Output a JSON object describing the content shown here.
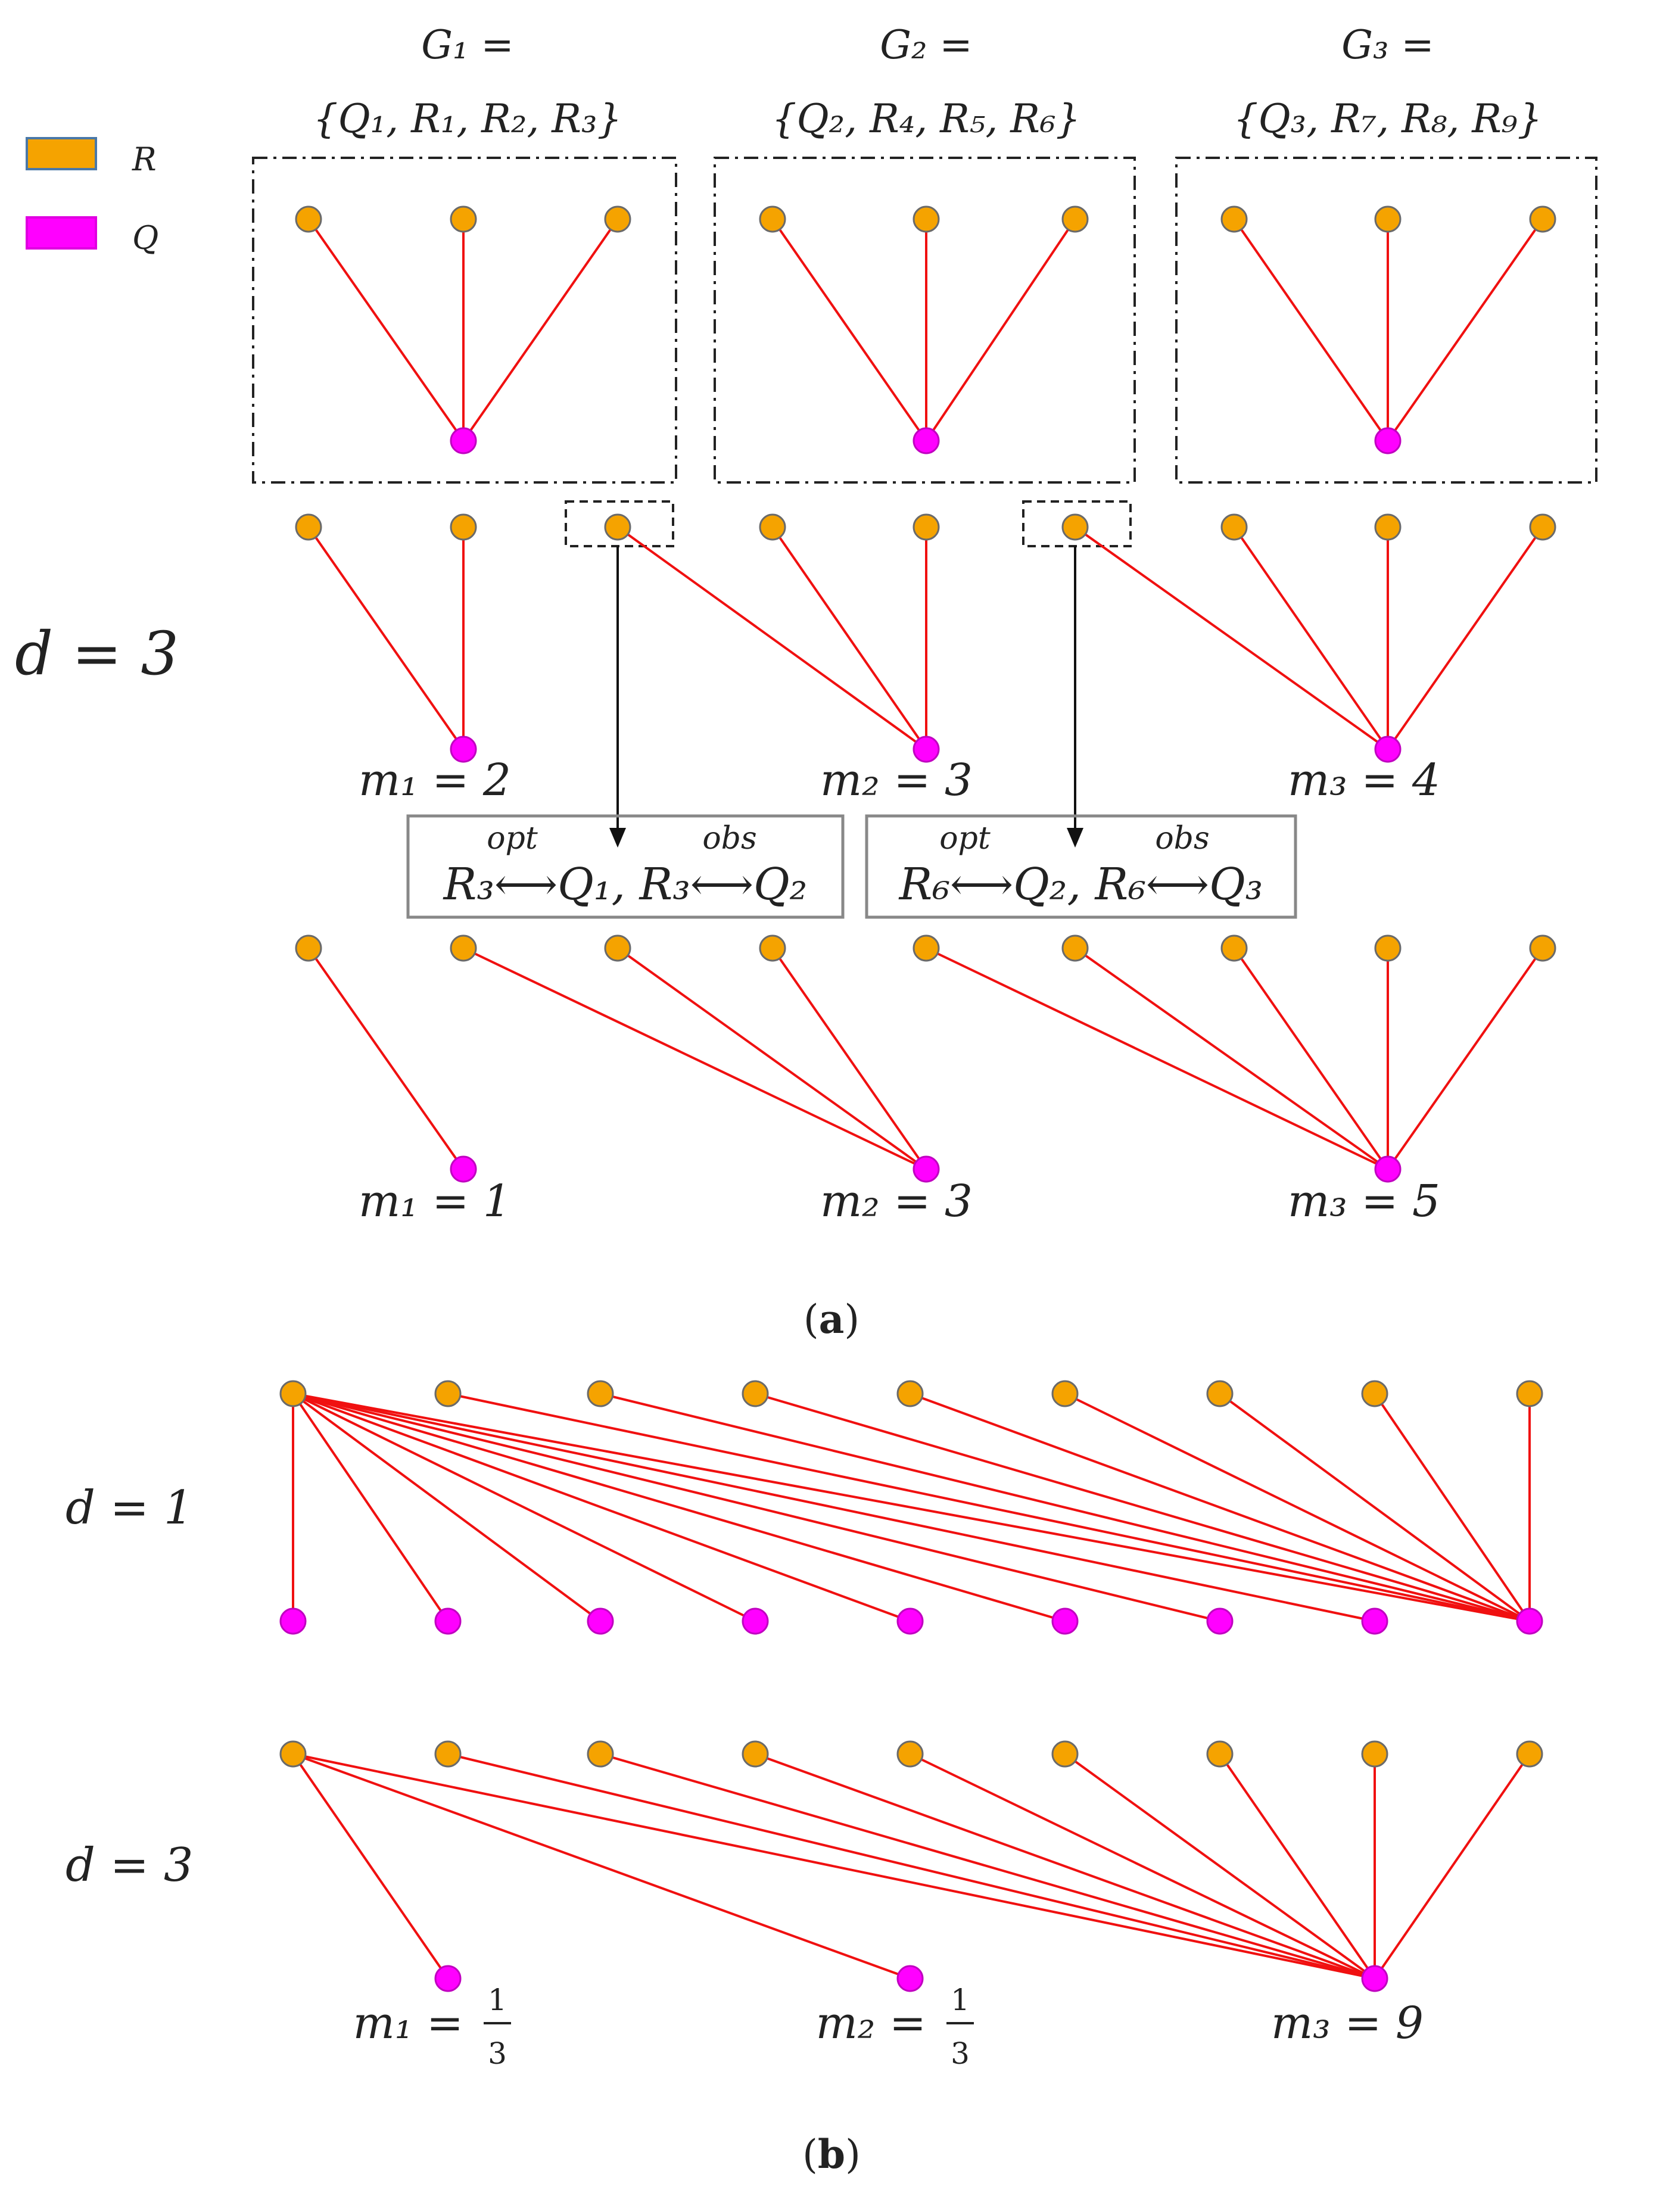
{
  "colors": {
    "r_node": "#f5a300",
    "q_node": "#ff00ff",
    "edge": "#f01010",
    "legend_r_text": "#f08060",
    "legend_q_text": "#e040e0"
  },
  "legend": {
    "r": "R",
    "q": "Q"
  },
  "panel_a": {
    "groups": [
      {
        "line1": "G₁ =",
        "line2": "{Q₁, R₁, R₂, R₃}"
      },
      {
        "line1": "G₂ =",
        "line2": "{Q₂, R₄, R₅, R₆}"
      },
      {
        "line1": "G₃ =",
        "line2": "{Q₃, R₇, R₈, R₉}"
      }
    ],
    "d_label": "d = 3",
    "m_labels_mid": [
      "m₁ = 2",
      "m₂ = 3",
      "m₃ = 4"
    ],
    "boxes": [
      {
        "sup1": "opt",
        "sup2": "obs",
        "text": "R₃⟷Q₁, R₃⟷Q₂"
      },
      {
        "sup1": "opt",
        "sup2": "obs",
        "text": "R₆⟷Q₂, R₆⟷Q₃"
      }
    ],
    "m_labels_bottom": [
      "m₁ = 1",
      "m₂ = 3",
      "m₃ = 5"
    ],
    "caption": {
      "open": "(",
      "letter": "a",
      "close": ")"
    }
  },
  "panel_b": {
    "d1_label": "d = 1",
    "d3_label": "d = 3",
    "m_labels": [
      {
        "lhs": "m₁ =",
        "num": "1",
        "den": "3"
      },
      {
        "lhs": "m₂ =",
        "num": "1",
        "den": "3"
      },
      {
        "lhs": "m₃ = 9"
      }
    ],
    "caption": {
      "open": "(",
      "letter": "b",
      "close": ")"
    }
  }
}
